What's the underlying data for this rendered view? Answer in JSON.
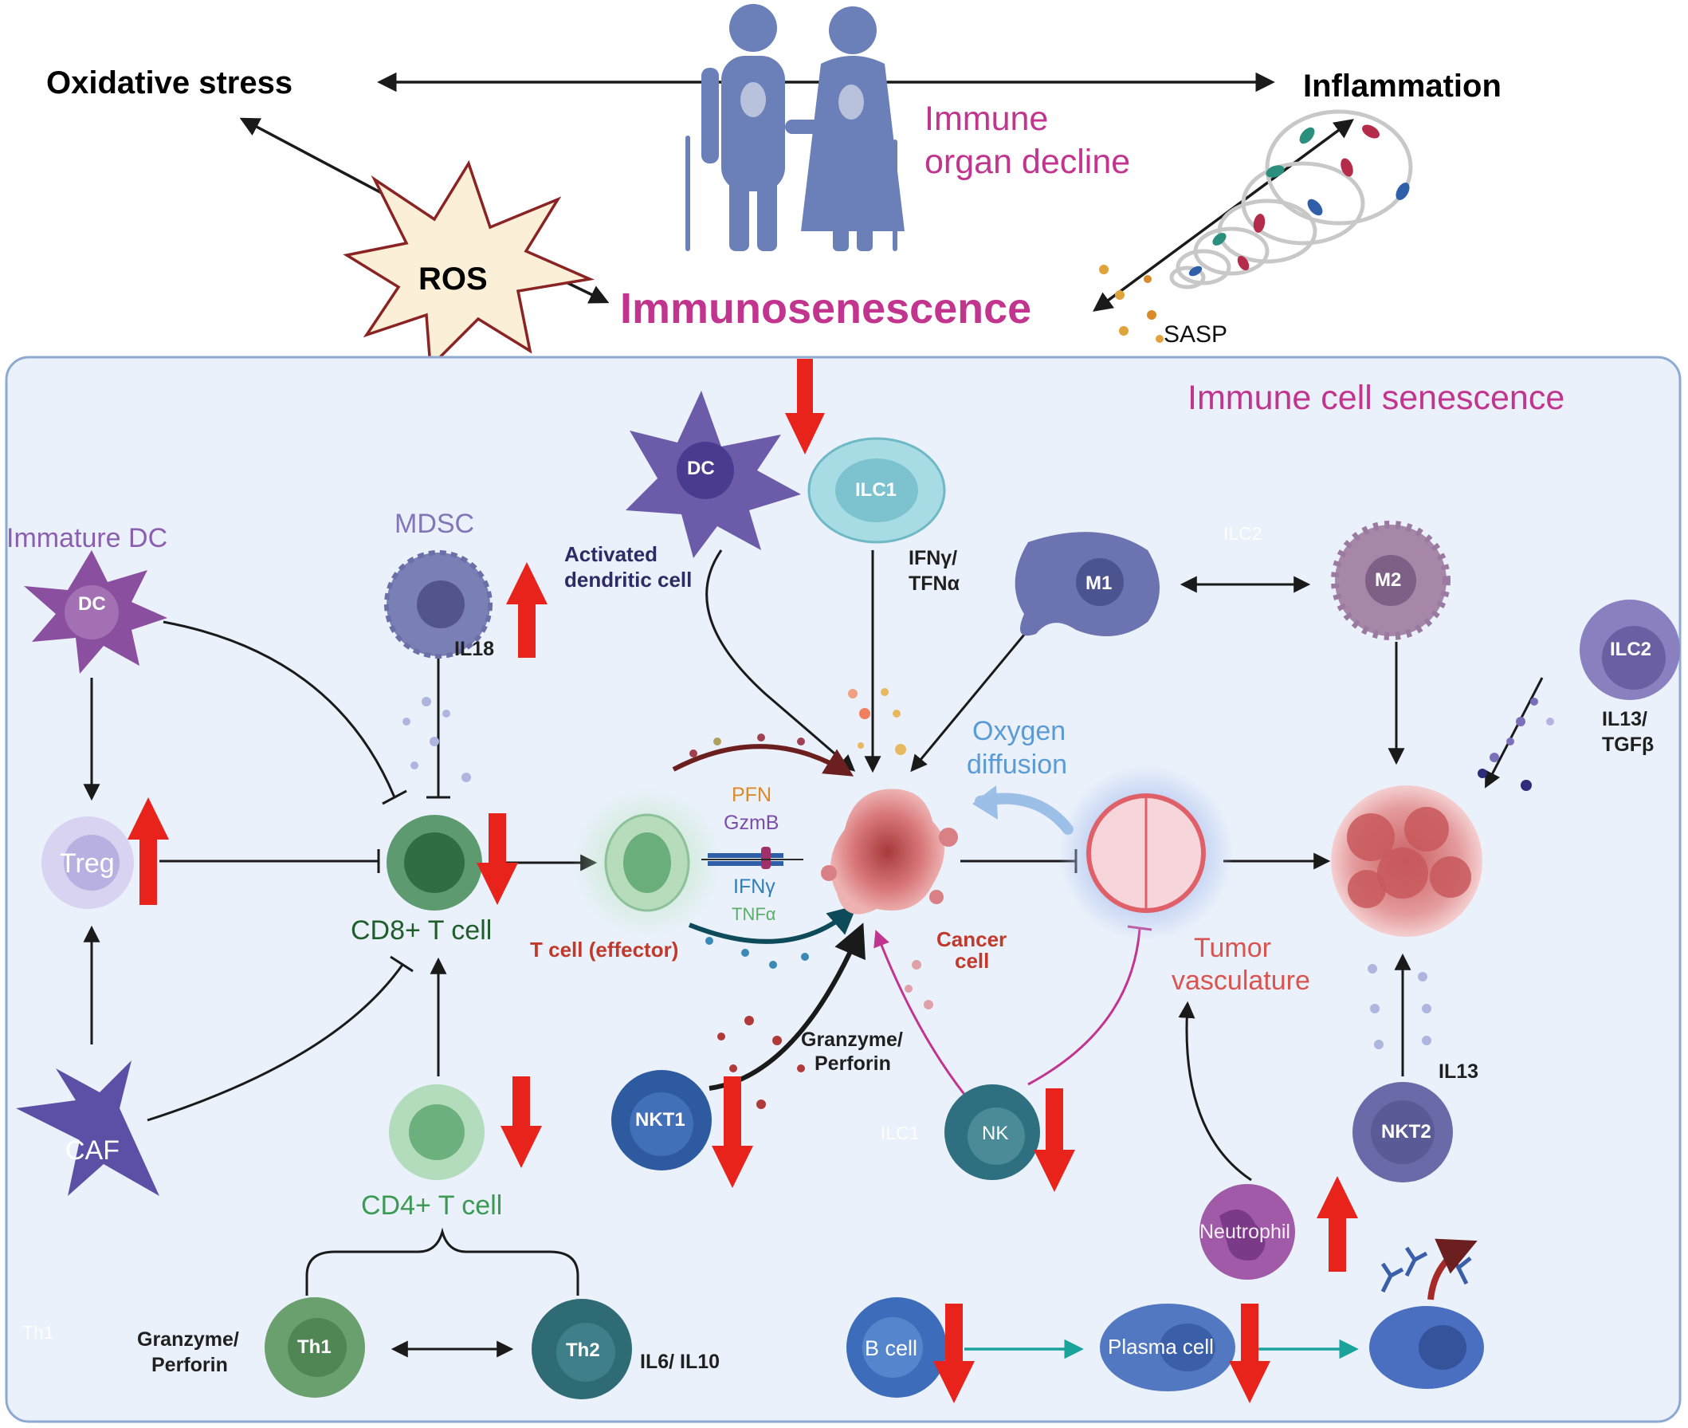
{
  "top": {
    "oxidative_stress": "Oxidative stress",
    "inflammation": "Inflammation",
    "immune_organ_decline_line1": "Immune",
    "immune_organ_decline_line2": "organ decline",
    "ros": "ROS",
    "immunosenescence": "Immunosenescence",
    "sasp": "SASP"
  },
  "panel": {
    "title": "Immune cell senescence"
  },
  "cells": {
    "dc": "DC",
    "ilc1": "ILC1",
    "immature_dc": "Immature DC",
    "immature_dc_inner": "DC",
    "mdsc": "MDSC",
    "il18": "IL18",
    "activated_dc_line1": "Activated",
    "activated_dc_line2": "dendritic cell",
    "ifng_tnfa_line1": "IFNγ/",
    "ifng_tnfa_line2": "TFNα",
    "m1": "M1",
    "m2": "M2",
    "ilc2_ghost": "ILC2",
    "ilc2": "ILC2",
    "il13_tgfb_line1": "IL13/",
    "il13_tgfb_line2": "TGFβ",
    "oxygen_line1": "Oxygen",
    "oxygen_line2": "diffusion",
    "treg": "Treg",
    "cd8": "CD8+ T cell",
    "pfn": "PFN",
    "gzmb": "GzmB",
    "ifng": "IFNγ",
    "tnfa": "TNFα",
    "t_effector": "T cell (effector)",
    "cancer_line1": "Cancer",
    "cancer_line2": "cell",
    "tumor_vasc_line1": "Tumor",
    "tumor_vasc_line2": "vasculature",
    "granzyme_nkt_line1": "Granzyme/",
    "granzyme_nkt_line2": "Perforin",
    "nkt1": "NKT1",
    "ilc1_ghost": "ILC1",
    "nk": "NK",
    "il13": "IL13",
    "nkt2": "NKT2",
    "caf": "CAF",
    "cd4": "CD4+ T cell",
    "neutrophil": "Neutrophil",
    "th1_ghost": "Th1",
    "granzyme_th_line1": "Granzyme/",
    "granzyme_th_line2": "Perforin",
    "th1": "Th1",
    "th2": "Th2",
    "il6_il10": "IL6/ IL10",
    "b_cell": "B cell",
    "plasma_cell": "Plasma cell"
  },
  "colors": {
    "immuno_pink": "#c2358f",
    "panel_bg": "#eaf1fb",
    "panel_border": "#8eaad0",
    "red_arrow": "#e8231c",
    "cd8_green": "#1f5d2c",
    "cd4_green": "#3d9a55",
    "tumor_text": "#d9534f",
    "oxygen_blue": "#5b9bd5",
    "teff_red": "#c0392b"
  },
  "icons": [
    "elderly-couple-icon",
    "ros-starburst-icon",
    "sasp-spiral-icon",
    "red-up-arrow-icon",
    "red-down-arrow-icon"
  ]
}
